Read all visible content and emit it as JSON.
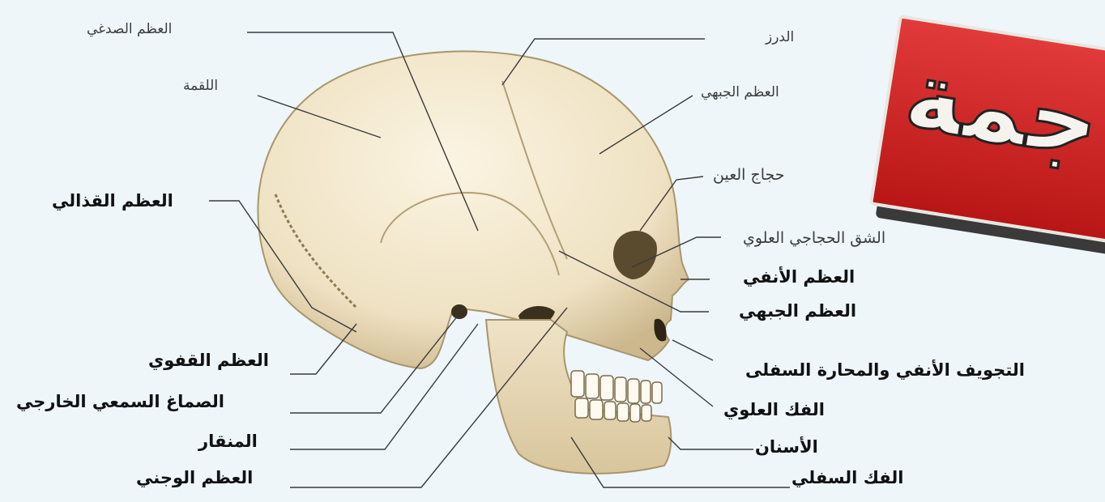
{
  "banner": {
    "text": "جمة"
  },
  "labels": {
    "temporal_bone": "العظم الصدغي",
    "suture": "الدرز",
    "crown": "اللقمة",
    "frontal_bone_top": "العظم الجبهي",
    "orbit": "حجاج العين",
    "parietal_bone": "العظم القذالي",
    "superior_orbital_fissure": "الشق الحجاجي العلوي",
    "nasal_bone": "العظم الأنفي",
    "frontal_bone": "العظم الجبهي",
    "occipital_bone": "العظم القفوي",
    "nasal_cavity_inferior_concha": "التجويف الأنفي والمحارة السفلى",
    "external_auditory_meatus": "الصماغ السمعي الخارجي",
    "maxilla": "الفك العلوي",
    "mastoid": "المنقار",
    "teeth": "الأسنان",
    "zygomatic_bone": "العظم الوجني",
    "mandible": "الفك السفلي"
  },
  "colors": {
    "background": "#eef6fa",
    "bone": "#f1e6cc",
    "bone_shadow": "#c9b78f",
    "leader_line": "#3a3a3a",
    "banner_red": "#cc2222"
  }
}
